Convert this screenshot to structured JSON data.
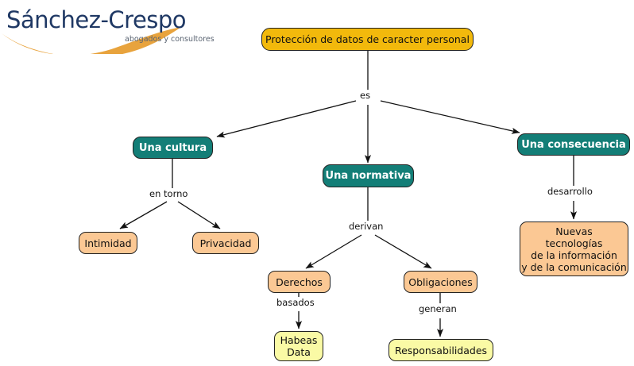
{
  "logo": {
    "wordmark": "Sánchez-Crespo",
    "subtitle": "abogados y\nconsultores",
    "swoosh_color": "#E8A33D",
    "wordmark_color": "#1F3864"
  },
  "diagram": {
    "title_node": {
      "label": "Protección de datos de caracter personal",
      "color": "#F2B90C"
    },
    "colors": {
      "gold": "#F2B90C",
      "teal": "#137E77",
      "peach": "#FBC894",
      "yellow": "#FAFAA5",
      "stroke": "#222222"
    },
    "nodes": [
      {
        "id": "root",
        "label": "Protección de datos de caracter personal",
        "style": "gold"
      },
      {
        "id": "cultura",
        "label": "Una cultura",
        "style": "teal"
      },
      {
        "id": "normativa",
        "label": "Una normativa",
        "style": "teal"
      },
      {
        "id": "consecuencia",
        "label": "Una consecuencia",
        "style": "teal"
      },
      {
        "id": "intimidad",
        "label": "Intimidad",
        "style": "peach"
      },
      {
        "id": "privacidad",
        "label": "Privacidad",
        "style": "peach"
      },
      {
        "id": "derechos",
        "label": "Derechos",
        "style": "peach"
      },
      {
        "id": "obligaciones",
        "label": "Obligaciones",
        "style": "peach"
      },
      {
        "id": "nuevas",
        "label": "Nuevas\ntecnologías\nde la información\ny de la comunicación",
        "style": "peach"
      },
      {
        "id": "habeas",
        "label": "Habeas\nData",
        "style": "yellow"
      },
      {
        "id": "responsabilidades",
        "label": "Responsabilidades",
        "style": "yellow"
      }
    ],
    "edge_labels": {
      "es": "es",
      "en_torno": "en torno",
      "derivan": "derivan",
      "desarrollo": "desarrollo",
      "basados": "basados",
      "generan": "generan"
    }
  }
}
